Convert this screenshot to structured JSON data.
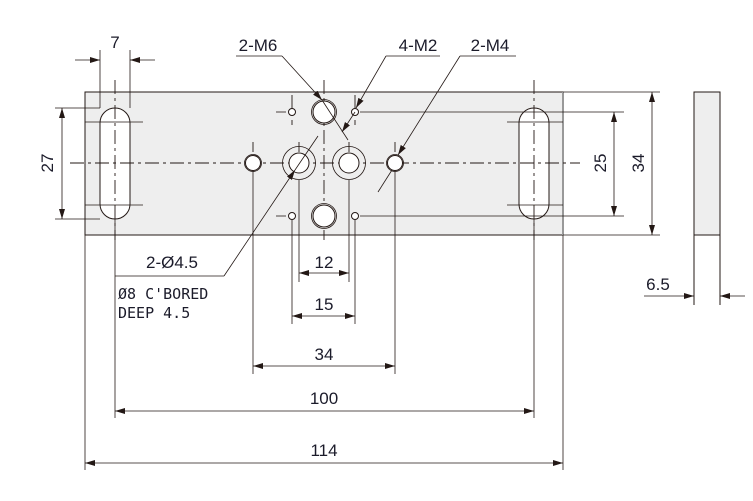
{
  "drawing": {
    "dimensions": {
      "slot_width": "7",
      "slot_height": "27",
      "m2_pitch_vertical": "25",
      "plate_height": "34",
      "thickness": "6.5",
      "cbore_pitch": "12",
      "m2_pitch_horizontal": "15",
      "m4_pitch": "34",
      "slot_pitch": "100",
      "plate_length": "114"
    },
    "callouts": {
      "m6": "2-M6",
      "m2": "4-M2",
      "m4": "2-M4",
      "cbore": "2-Ø4.5",
      "cbore_note_1": "Ø8 C'BORED",
      "cbore_note_2": "DEEP 4.5"
    },
    "colors": {
      "plate_fill": "#eeeeee",
      "line": "#231815"
    }
  }
}
